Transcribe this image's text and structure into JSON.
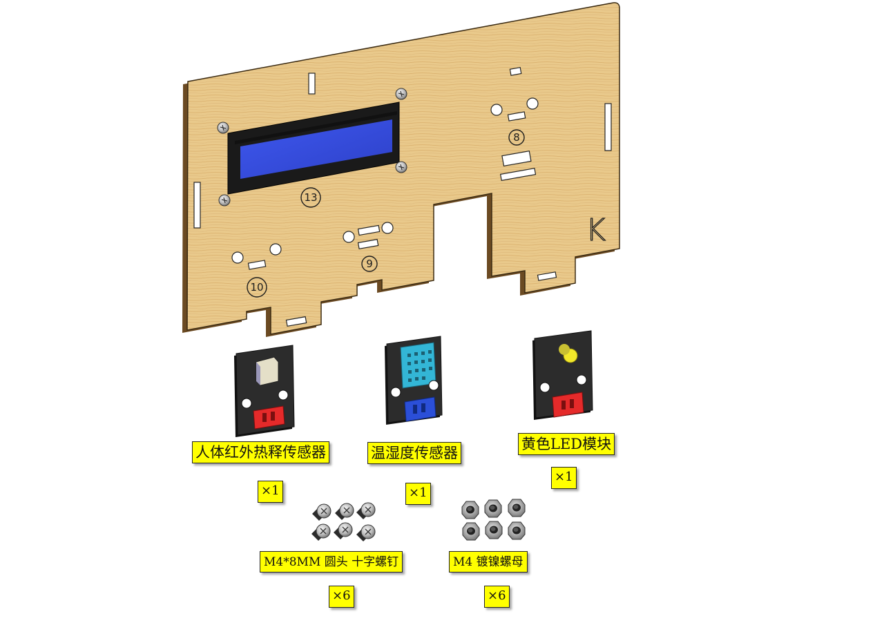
{
  "plate": {
    "letter": "K",
    "numbers": {
      "lcd": "13",
      "top_right": "8",
      "middle": "9",
      "left": "10"
    }
  },
  "modules": {
    "pir": {
      "name": "人体红外热释传感器",
      "qty": "×1",
      "header_color": "#e52a2a"
    },
    "dht": {
      "name": "温湿度传感器",
      "qty": "×1",
      "header_color": "#2b4fd8",
      "sensor_color": "#33b6d6"
    },
    "led": {
      "name": "黄色LED模块",
      "qty": "×1",
      "header_color": "#e52a2a",
      "led_color": "#f2e82a"
    }
  },
  "hardware": {
    "screws": {
      "name": "M4*8MM 圆头 十字螺钉",
      "qty": "×6"
    },
    "nuts": {
      "name": "M4 镀镍螺母",
      "qty": "×6"
    }
  },
  "colors": {
    "label_bg": "#ffff00",
    "wood": "#e8c98c",
    "lcd_screen": "#3a4fe0",
    "pcb": "#2a2a2a"
  }
}
